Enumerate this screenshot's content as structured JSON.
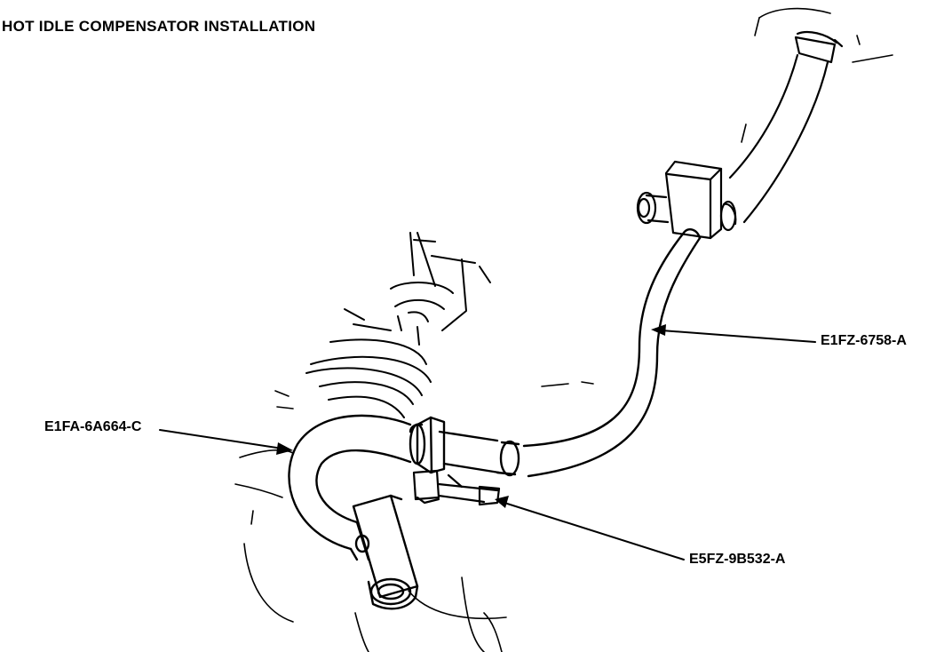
{
  "title": "HOT IDLE COMPENSATOR INSTALLATION",
  "labels": {
    "hose": "E1FZ-6758-A",
    "tube": "E1FA-6A664-C",
    "bracket": "E5FZ-9B532-A"
  },
  "colors": {
    "ink": "#000000",
    "paper": "#ffffff"
  }
}
